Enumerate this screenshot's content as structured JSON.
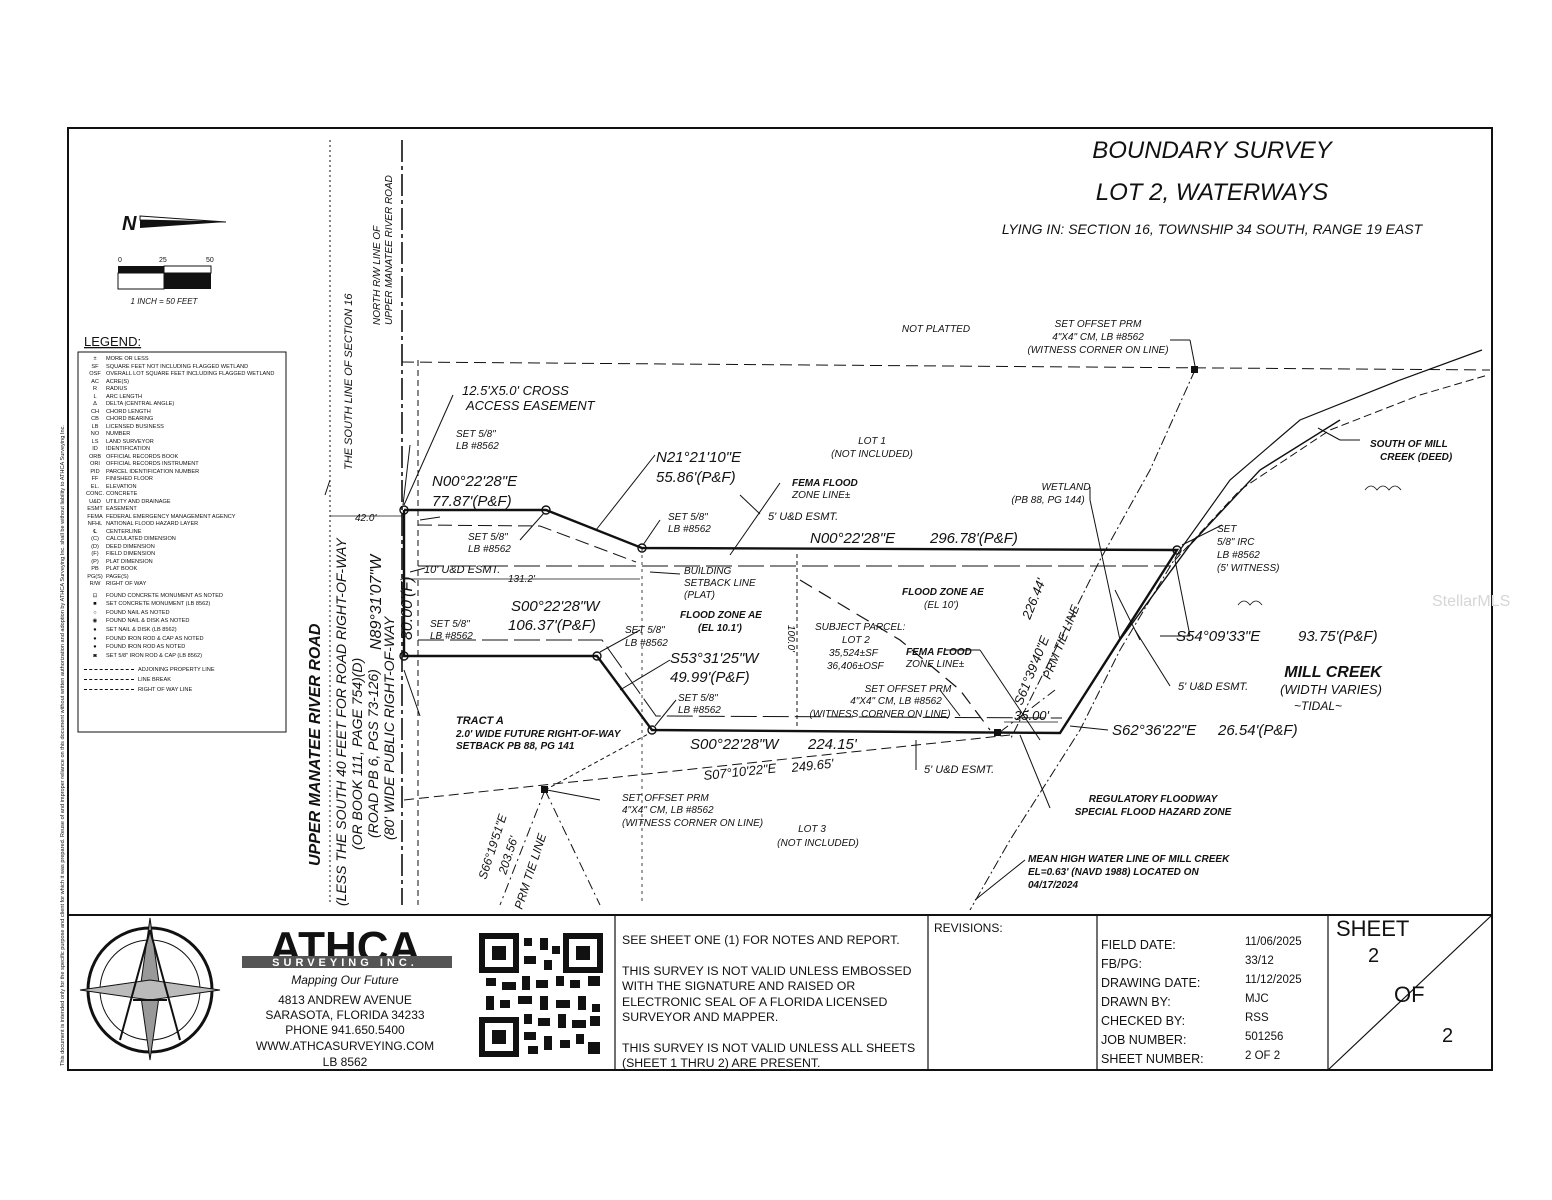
{
  "title": {
    "line1": "BOUNDARY SURVEY",
    "line2": "LOT 2, WATERWAYS",
    "location": "LYING IN: SECTION 16, TOWNSHIP 34 SOUTH, RANGE 19 EAST"
  },
  "north_arrow": {
    "label": "N",
    "icon": "north-arrow-icon"
  },
  "scale": {
    "ticks": [
      "0",
      "25",
      "50"
    ],
    "text": "1 INCH = 50 FEET"
  },
  "legend": {
    "heading": "LEGEND:",
    "abbreviations": [
      {
        "ab": "±",
        "desc": "MORE OR LESS"
      },
      {
        "ab": "SF",
        "desc": "SQUARE FEET NOT INCLUDING FLAGGED WETLAND"
      },
      {
        "ab": "OSF",
        "desc": "OVERALL LOT SQUARE FEET INCLUDING FLAGGED WETLAND"
      },
      {
        "ab": "AC",
        "desc": "ACRE(S)"
      },
      {
        "ab": "R",
        "desc": "RADIUS"
      },
      {
        "ab": "L",
        "desc": "ARC LENGTH"
      },
      {
        "ab": "Δ",
        "desc": "DELTA (CENTRAL ANGLE)"
      },
      {
        "ab": "CH",
        "desc": "CHORD LENGTH"
      },
      {
        "ab": "CB",
        "desc": "CHORD BEARING"
      },
      {
        "ab": "LB",
        "desc": "LICENSED BUSINESS"
      },
      {
        "ab": "NO",
        "desc": "NUMBER"
      },
      {
        "ab": "LS",
        "desc": "LAND SURVEYOR"
      },
      {
        "ab": "ID",
        "desc": "IDENTIFICATION"
      },
      {
        "ab": "ORB",
        "desc": "OFFICIAL RECORDS BOOK"
      },
      {
        "ab": "ORI",
        "desc": "OFFICIAL RECORDS INSTRUMENT"
      },
      {
        "ab": "PID",
        "desc": "PARCEL IDENTIFICATION NUMBER"
      },
      {
        "ab": "FF",
        "desc": "FINISHED FLOOR"
      },
      {
        "ab": "EL.",
        "desc": "ELEVATION"
      },
      {
        "ab": "CONC.",
        "desc": "CONCRETE"
      },
      {
        "ab": "U&D",
        "desc": "UTILITY AND DRAINAGE"
      },
      {
        "ab": "ESMT",
        "desc": "EASEMENT"
      },
      {
        "ab": "FEMA",
        "desc": "FEDERAL EMERGENCY MANAGEMENT AGENCY"
      },
      {
        "ab": "NFHL",
        "desc": "NATIONAL FLOOD HAZARD LAYER"
      },
      {
        "ab": "℄",
        "desc": "CENTERLINE"
      },
      {
        "ab": "(C)",
        "desc": "CALCULATED DIMENSION"
      },
      {
        "ab": "(D)",
        "desc": "DEED DIMENSION"
      },
      {
        "ab": "(F)",
        "desc": "FIELD DIMENSION"
      },
      {
        "ab": "(P)",
        "desc": "PLAT DIMENSION"
      },
      {
        "ab": "PB",
        "desc": "PLAT BOOK"
      },
      {
        "ab": "PG(S)",
        "desc": "PAGE(S)"
      },
      {
        "ab": "R/W",
        "desc": "RIGHT OF WAY"
      }
    ],
    "symbols": [
      {
        "sym": "⊡",
        "desc": "FOUND CONCRETE MONUMENT AS NOTED"
      },
      {
        "sym": "■",
        "desc": "SET CONCRETE MONUMENT (LB 8562)"
      },
      {
        "sym": "○",
        "desc": "FOUND NAIL AS NOTED"
      },
      {
        "sym": "◉",
        "desc": "FOUND NAIL & DISK AS NOTED"
      },
      {
        "sym": "●",
        "desc": "SET NAIL & DISK (LB 8562)"
      },
      {
        "sym": "●",
        "desc": "FOUND IRON ROD & CAP AS NOTED"
      },
      {
        "sym": "●",
        "desc": "FOUND IRON ROD AS NOTED"
      },
      {
        "sym": "◙",
        "desc": "SET 5/8\" IRON ROD & CAP (LB 8562)"
      }
    ],
    "lines": [
      "ADJOINING PROPERTY LINE",
      "LINE BREAK",
      "RIGHT OF WAY LINE"
    ]
  },
  "roads": {
    "road_name": "UPPER MANATEE RIVER ROAD",
    "road_note1": "(LESS THE SOUTH 40 FEET FOR ROAD RIGHT-OF-WAY",
    "road_note2": "(OR BOOK 111, PAGE 754)(D)",
    "road_note3": "(ROAD PB 6, PGS 73-126)",
    "road_note4": "(80' WIDE PUBLIC RIGHT-OF-WAY",
    "south_line": "THE SOUTH LINE OF SECTION 16",
    "north_rw1": "NORTH R/W LINE OF",
    "north_rw2": "UPPER MANATEE RIVER ROAD",
    "west_bearing": "N89°31'07\"W",
    "west_distance": "80.00'(F)"
  },
  "labels": {
    "not_platted": "NOT PLATTED",
    "lot1_a": "LOT 1",
    "lot1_b": "(NOT INCLUDED)",
    "lot3_a": "LOT 3",
    "lot3_b": "(NOT INCLUDED)",
    "cross_access_a": "12.5'X5.0' CROSS",
    "cross_access_b": "ACCESS EASEMENT",
    "set_rod_1a": "SET 5/8\"",
    "set_rod_1b": "LB #8562",
    "set_rod_2a": "SET 5/8\"",
    "set_rod_2b": "LB #8562",
    "set_rod_3a": "SET 5/8\"",
    "set_rod_3b": "LB #8562",
    "set_rod_4a": "SET 5/8\"",
    "set_rod_4b": "LB #8562",
    "set_rod_5a": "SET 5/8\"",
    "set_rod_5b": "LB #8562",
    "set_rod_6a": "SET 5/8\"",
    "set_rod_6b": "LB #8562",
    "set_irc_a": "SET",
    "set_irc_b": "5/8\" IRC",
    "set_irc_c": "LB #8562",
    "set_irc_d": "(5' WITNESS)",
    "prm_top_a": "SET OFFSET PRM",
    "prm_top_b": "4\"X4\" CM, LB #8562",
    "prm_top_c": "(WITNESS CORNER ON LINE)",
    "prm_mid_a": "SET OFFSET PRM",
    "prm_mid_b": "4\"X4\" CM, LB #8562",
    "prm_mid_c": "(WITNESS CORNER ON LINE)",
    "prm_bot_a": "SET OFFSET PRM",
    "prm_bot_b": "4\"X4\" CM, LB #8562",
    "prm_bot_c": "(WITNESS CORNER ON LINE)",
    "b1": "N00°22'28\"E",
    "d1": "77.87'(P&F)",
    "b2": "N21°21'10\"E",
    "d2": "55.86'(P&F)",
    "b3": "N00°22'28\"E",
    "d3": "296.78'(P&F)",
    "b4": "S00°22'28\"W",
    "d4": "106.37'(P&F)",
    "b5": "S53°31'25\"W",
    "d5": "49.99'(P&F)",
    "b6": "S00°22'28\"W",
    "d6": "224.15'",
    "b7": "S07°10'22\"E",
    "d7": "249.65'",
    "b8": "S54°09'33\"E",
    "d8": "93.75'(P&F)",
    "b9": "S62°36'22\"E",
    "d9": "26.54'(P&F)",
    "b10": "S61°39'40\"E",
    "d10": "226.44'",
    "prm_tie": "PRM TIE LINE",
    "b11": "S66°19'51\"E",
    "d11": "203.56'",
    "prm_tie2": "PRM TIE LINE",
    "dim_42": "42.0'",
    "dim_131": "131.2'",
    "dim_100": "100.0'",
    "dim_35": "35.00'",
    "ue_10": "10' U&D ESMT.",
    "ue_5a": "5' U&D ESMT.",
    "ue_5b": "5' U&D ESMT.",
    "ue_5c": "5' U&D ESMT.",
    "setback_a": "BUILDING",
    "setback_b": "SETBACK LINE",
    "setback_c": "(PLAT)",
    "fema_a": "FEMA FLOOD",
    "fema_b": "ZONE LINE±",
    "fema2_a": "FEMA FLOOD",
    "fema2_b": "ZONE LINE±",
    "flood_ae_a": "FLOOD ZONE AE",
    "flood_ae_b": "(EL 10.1')",
    "flood_ae2_a": "FLOOD ZONE AE",
    "flood_ae2_b": "(EL 10')",
    "subject_a": "SUBJECT PARCEL:",
    "subject_b": "LOT 2",
    "subject_c": "35,524±SF",
    "subject_d": "36,406±OSF",
    "wetland_a": "WETLAND",
    "wetland_b": "(PB 88, PG 144)",
    "mill_a": "MILL CREEK",
    "mill_b": "(WIDTH VARIES)",
    "mill_c": "~TIDAL~",
    "south_mill_a": "SOUTH OF MILL",
    "south_mill_b": "CREEK (DEED)",
    "tract_a": "TRACT A",
    "tract_b": "2.0' WIDE FUTURE RIGHT-OF-WAY",
    "tract_c": "SETBACK PB 88, PG 141",
    "floodway_a": "REGULATORY FLOODWAY",
    "floodway_b": "SPECIAL FLOOD HAZARD ZONE",
    "mhw_a": "MEAN HIGH WATER LINE OF MILL CREEK",
    "mhw_b": "EL=0.63' (NAVD 1988) LOCATED ON",
    "mhw_c": "04/17/2024",
    "watermark": "StellarMLS"
  },
  "disclaimer": "This document is intended only for the specific purpose and client for which it was prepared. Reuse of and improper reliance on this document without written authorization and adoption by ATHCA Surveying Inc. shall be without liability to ATHCA Surveying Inc.",
  "company": {
    "name": "ATHCA",
    "sub": "SURVEYING INC.",
    "tagline": "Mapping Our Future",
    "addr1": "4813 ANDREW AVENUE",
    "addr2": "SARASOTA, FLORIDA 34233",
    "phone": "PHONE 941.650.5400",
    "web": "WWW.ATHCASURVEYING.COM",
    "lb": "LB  8562"
  },
  "notes": {
    "n1": "SEE SHEET ONE (1) FOR NOTES AND REPORT.",
    "n2": "THIS SURVEY IS NOT VALID UNLESS EMBOSSED WITH THE SIGNATURE AND RAISED OR ELECTRONIC SEAL OF A FLORIDA LICENSED SURVEYOR AND MAPPER.",
    "n3": "THIS SURVEY IS NOT VALID UNLESS ALL SHEETS (SHEET 1 THRU 2) ARE PRESENT."
  },
  "revisions": "REVISIONS:",
  "info": [
    {
      "label": "FIELD DATE:",
      "value": "11/06/2025"
    },
    {
      "label": "FB/PG:",
      "value": "33/12"
    },
    {
      "label": "DRAWING DATE:",
      "value": "11/12/2025"
    },
    {
      "label": "DRAWN BY:",
      "value": "MJC"
    },
    {
      "label": "CHECKED BY:",
      "value": "RSS"
    },
    {
      "label": "JOB NUMBER:",
      "value": "501256"
    },
    {
      "label": "SHEET NUMBER:",
      "value": "2 OF 2"
    }
  ],
  "sheet": {
    "word": "SHEET",
    "num": "2",
    "of": "OF",
    "total": "2"
  }
}
